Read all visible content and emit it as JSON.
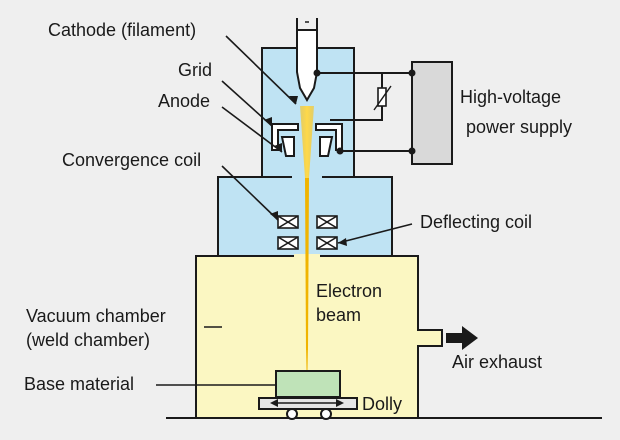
{
  "labels": {
    "cathode": "Cathode (filament)",
    "grid": "Grid",
    "anode": "Anode",
    "convergence_coil": "Convergence coil",
    "hv_line1": "High-voltage",
    "hv_line2": "power supply",
    "deflecting_coil": "Deflecting coil",
    "electron_line1": "Electron",
    "electron_line2": "beam",
    "vacuum_line1": "Vacuum chamber",
    "vacuum_line2": "(weld chamber)",
    "air_exhaust": "Air exhaust",
    "base_material": "Base material",
    "dolly": "Dolly"
  },
  "colors": {
    "gun_fill": "#bfe3f3",
    "chamber_fill": "#fbf7c2",
    "base_fill": "#bfe3b8",
    "psu_fill": "#d9d9d9",
    "beam": "#f0b400",
    "line": "#1a1a1a"
  }
}
